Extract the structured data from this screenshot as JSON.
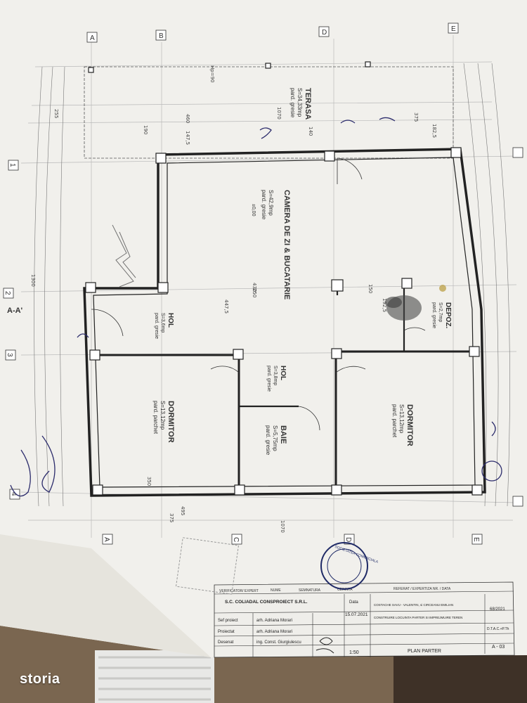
{
  "watermark": "storia",
  "axes_top": [
    "A",
    "B",
    "D",
    "E"
  ],
  "axes_side": [
    "1",
    "2",
    "3",
    "4"
  ],
  "axes_bottom": [
    "A",
    "C",
    "D",
    "E"
  ],
  "rooms": [
    {
      "name": "TERASA",
      "area": "S=34,33mp",
      "floor": "pard. gresie"
    },
    {
      "name": "CAMERA DE ZI & BUCATARIE",
      "area": "S=42,9mp",
      "floor": "pard. gresie"
    },
    {
      "name": "HOL",
      "area": "S=3,6mp",
      "floor": "pard. gresie"
    },
    {
      "name": "DEPOZ.",
      "area": "S=2,7mp",
      "floor": "pard. gresie"
    },
    {
      "name": "HOL",
      "area": "S=3,8mp",
      "floor": "pard. gresie"
    },
    {
      "name": "DORMITOR",
      "area": "S=13,12mp",
      "floor": "pard. parchet"
    },
    {
      "name": "BAIE",
      "area": "S=5,75mp",
      "floor": "pard. gresie"
    },
    {
      "name": "DORMITOR",
      "area": "S=13,12mp",
      "floor": "pard. parchet"
    }
  ],
  "level_mark": "±0,00",
  "section_label": "A-A'",
  "dimensions": {
    "top_total": "1070",
    "top_a": "460",
    "top_b": "375",
    "top_c": "190",
    "top_d": "147,5",
    "top_e": "140",
    "top_f": "182,5",
    "side_a": "255",
    "side_b": "1300",
    "mid_a": "430",
    "mid_b": "250",
    "mid_c": "447,5",
    "mid_d": "192,5",
    "mid_e": "150",
    "bottom_a": "495",
    "bottom_b": "375",
    "bottom_c": "1070",
    "bottom_d": "350",
    "lintel": "Hp=90"
  },
  "title_block": {
    "company": "S.C. COLIADAL CONSPROIECT S.R.L.",
    "date_label": "Data",
    "date": "15.07.2021",
    "scale": "1:50",
    "plan_title": "PLAN PARTER",
    "sheet": "A - 03",
    "project_no": "68/2021",
    "phase": "D.T.A.C.+P.Th",
    "rows": [
      {
        "role": "Sef proiect",
        "name": "arh. Adriana Morari"
      },
      {
        "role": "Proiectat",
        "name": "arh. Adriana Morari"
      },
      {
        "role": "Desenat",
        "name": "ing. Const. Giurgiulescu"
      }
    ],
    "headers": [
      "VERIFICATOR/ EXPERT",
      "NUME",
      "SEMNATURA",
      "CERINTA",
      "REFERAT / EXPERTIZA NR. / DATA"
    ],
    "beneficiar": "COSTACHE SAVU - VALENTIN, si CIRCEANU EMILIAN",
    "proiect": "CONSTRUIRE LOCUINTA PARTER SI IMPREJMUIRE TEREN",
    "stamp": "SOCIETATEA COMERCIALA"
  }
}
